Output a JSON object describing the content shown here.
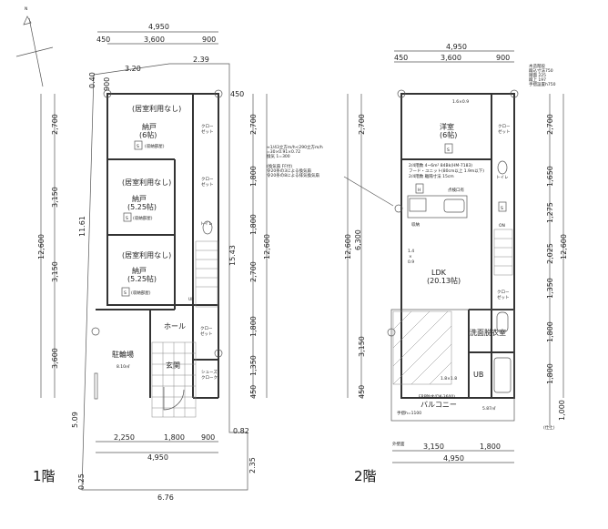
{
  "north_label": "N",
  "floor1": {
    "title": "1階",
    "rooms": [
      {
        "note": "(居室利用なし)",
        "name": "納戸",
        "size": "(6帖)",
        "tag": "(収納部屋)"
      },
      {
        "note": "(居室利用なし)",
        "name": "納戸",
        "size": "(5.25帖)",
        "tag": "(収納部屋)"
      },
      {
        "note": "(居室利用なし)",
        "name": "納戸",
        "size": "(5.25帖)",
        "tag": "(収納部屋)"
      }
    ],
    "closet": "クロー\nゼット",
    "closet_lines": [
      "クロー",
      "ゼット"
    ],
    "toilet": "トイレ",
    "hall": "ホール",
    "entrance": "玄関",
    "parking": "駐輪場",
    "parking_area": "8.10㎡",
    "shoebox": [
      "シューズ",
      "クローク"
    ],
    "up": "UP",
    "storage_symbol": "S",
    "dims_top": {
      "total": "4,950",
      "parts": [
        "450",
        "3,600",
        "900"
      ]
    },
    "dims_left": {
      "total": "12,600",
      "parts": [
        "2,700",
        "3,150",
        "3,150",
        "3,600"
      ]
    },
    "dims_right": {
      "total": "12,600",
      "parts": [
        "2,700",
        "1,800",
        "1,800",
        "2,700",
        "1,800",
        "1,350",
        "450"
      ]
    },
    "dims_bottom": {
      "total": "4,950",
      "parts": [
        "2,250",
        "1,800",
        "900"
      ]
    },
    "site": {
      "top_a": "3.20",
      "top_b": "2.39",
      "left_top": "0.40",
      "left": "11.61",
      "left_bottom": "5.09",
      "corner": "0.25",
      "right": "15.43",
      "right_step": "0.82",
      "right_bottom": "2.35",
      "bottom": "6.76",
      "offset_top": "900",
      "offset_right": "450"
    }
  },
  "floor2": {
    "title": "2階",
    "western_room": "洋室",
    "western_size": "(6帖)",
    "window": "1.6×0.9",
    "ldk": "LDK",
    "ldk_size": "(20.13帖)",
    "closet_lines": [
      "クロー",
      "ゼット"
    ],
    "toilet": "トイレ",
    "storage": "収納",
    "kitchen_label": "点検口有",
    "kitchen_notes": [
      "2/4階数 4~6m² 84Bk(HM-7183)",
      "フード・ユニット(80cm以上 1.9m以下)",
      "2/4階数 離隔寸法 15cm"
    ],
    "window_side": [
      "1.4",
      "×",
      "0.9"
    ],
    "washroom": "洗面脱衣室",
    "bath": "UB",
    "balcony": "バルコニー",
    "balcony_drain": "FRP防水(DK-3600)",
    "balcony_rail": "手摺h=1100",
    "balcony_area": "5.87㎡",
    "balcony_window": "1.8×1.8",
    "hatch_label": "吹抜",
    "on": "ON",
    "heater_symbol": "H",
    "storage_symbol": "S",
    "wall_note": "外壁面",
    "finish": "(仕上)",
    "dims_top": {
      "total": "4,950",
      "parts": [
        "450",
        "3,600",
        "900"
      ]
    },
    "dims_left": {
      "total": "12,600",
      "inner": "6,300",
      "parts": [
        "2,700",
        "3,150",
        "450"
      ]
    },
    "dims_right": {
      "total": "12,600",
      "parts": [
        "2,700",
        "1,650",
        "1,275",
        "2,025",
        "1,350",
        "1,800",
        "1,800",
        "1,000"
      ]
    },
    "dims_bottom": {
      "total": "4,950",
      "parts": [
        "3,150",
        "1,800"
      ]
    },
    "stair_notes": [
      "木造階段",
      "蹴込寸法750",
      "踏面 225",
      "蹴上 197",
      "手摺設置h750"
    ],
    "vent_notes": [
      "≈1/43立方m/h<290立方m/h",
      "=30×0.91×0.72",
      "換気 1=300",
      "",
      "(換気扇 FF付)",
      "令20条の3による換気扇",
      "令20条の8による排気換気扇"
    ]
  }
}
